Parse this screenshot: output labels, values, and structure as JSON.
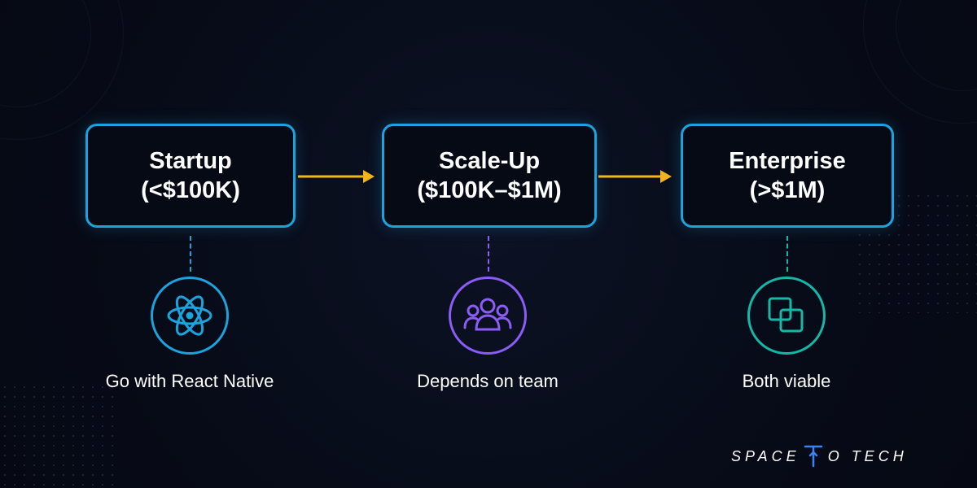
{
  "colors": {
    "background": "#070b17",
    "box_border": "#1ba3df",
    "arrow": "#f2b51a",
    "startup_accent": "#1ba3df",
    "scaleup_accent": "#8b5cf6",
    "enterprise_accent": "#14b8a6"
  },
  "stages": [
    {
      "title": "Startup",
      "range": "(<$100K)",
      "icon": "react-atom-icon",
      "recommendation": "Go with React Native"
    },
    {
      "title": "Scale-Up",
      "range": "($100K–$1M)",
      "icon": "team-icon",
      "recommendation": "Depends on team"
    },
    {
      "title": "Enterprise",
      "range": "(>$1M)",
      "icon": "overlapping-squares-icon",
      "recommendation": "Both viable"
    }
  ],
  "brand": {
    "left_text": "SPACE",
    "right_text": "O TECH",
    "logo_icon": "rocket-t-logo-icon"
  }
}
